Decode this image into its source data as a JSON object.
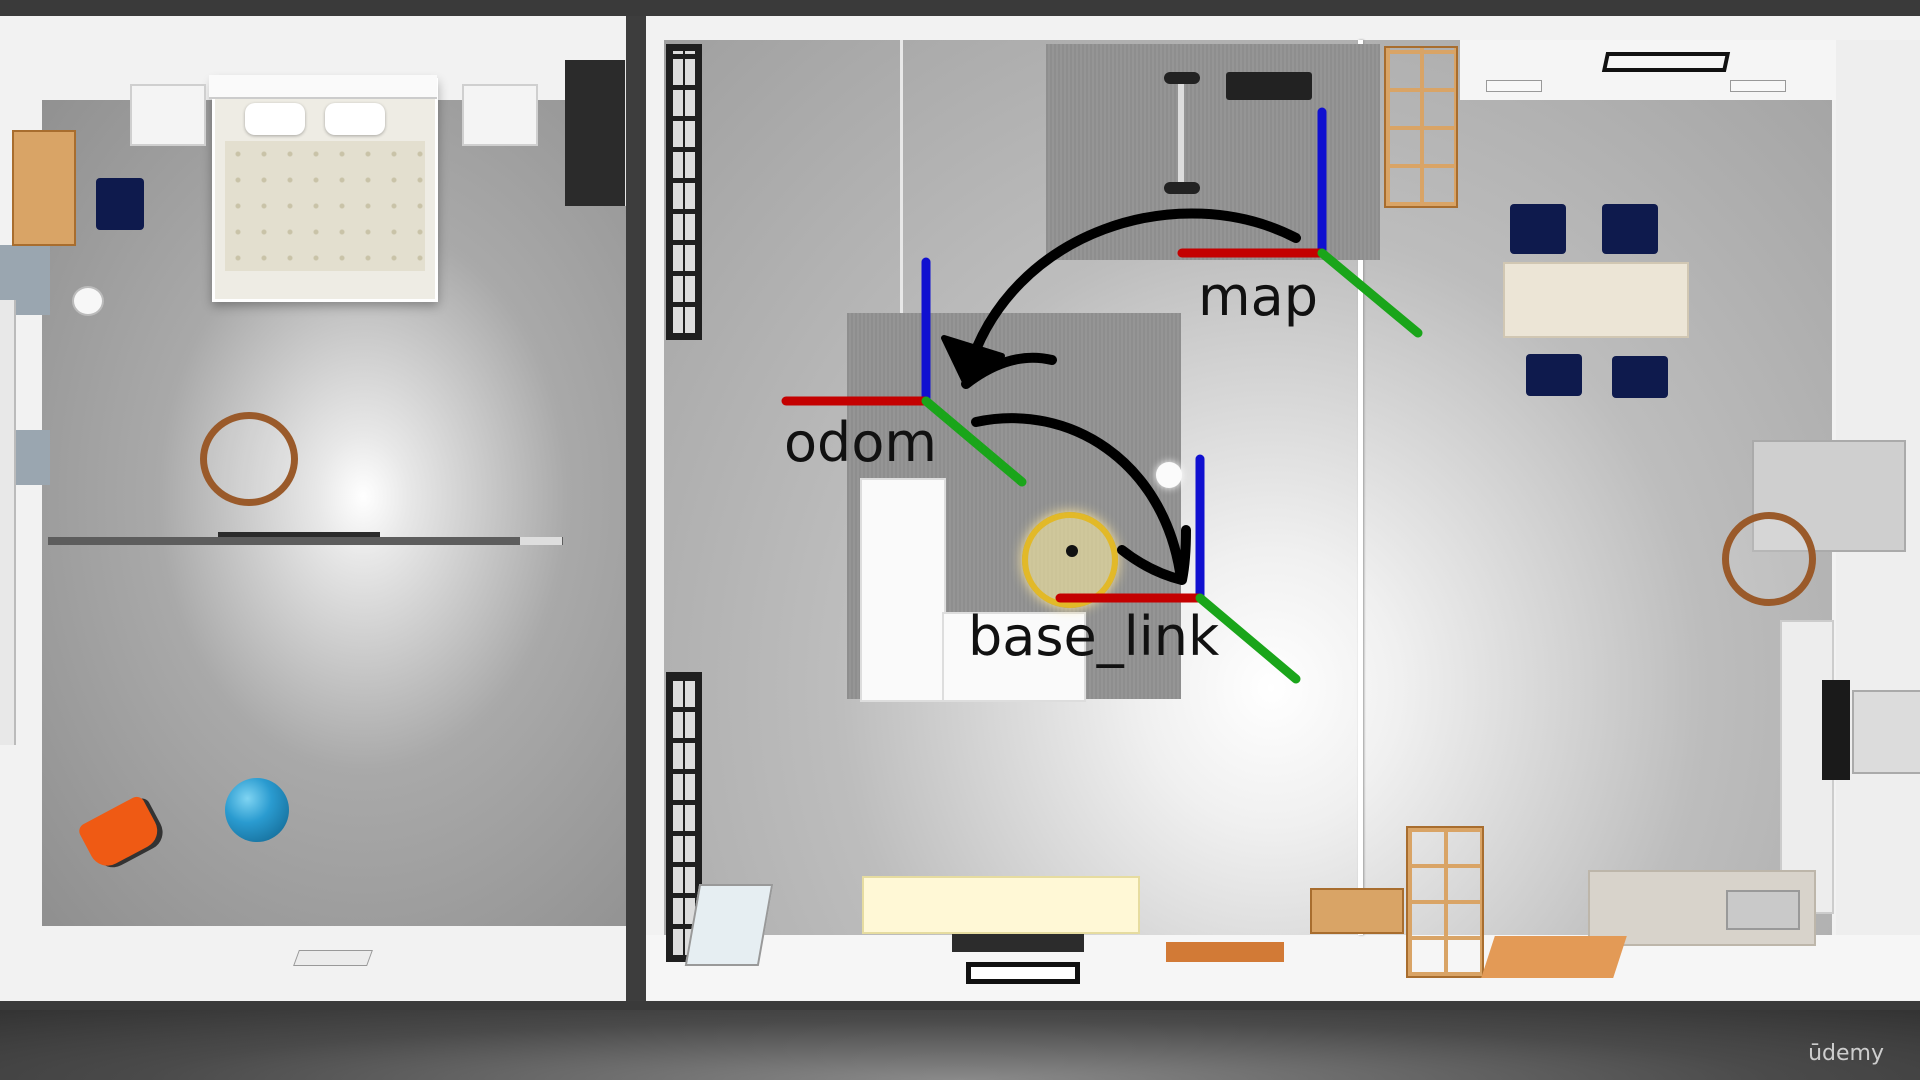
{
  "scene": {
    "view": "Gazebo top-down house world",
    "frames": [
      {
        "id": "map",
        "label": "map"
      },
      {
        "id": "odom",
        "label": "odom"
      },
      {
        "id": "base_link",
        "label": "base_link"
      }
    ],
    "axis_colors": {
      "x": "#c40000",
      "y": "#1aa51a",
      "z": "#1010d0"
    },
    "arrow_color": "#000000"
  },
  "watermark": "ūdemy",
  "colors": {
    "background": "#3a3a3a",
    "wall": "#f2f2f2",
    "furniture_navy": "#0e1a4d",
    "wood": "#d9a466",
    "ball": "#2a9bd0",
    "chair_orange": "#ef5a14"
  }
}
